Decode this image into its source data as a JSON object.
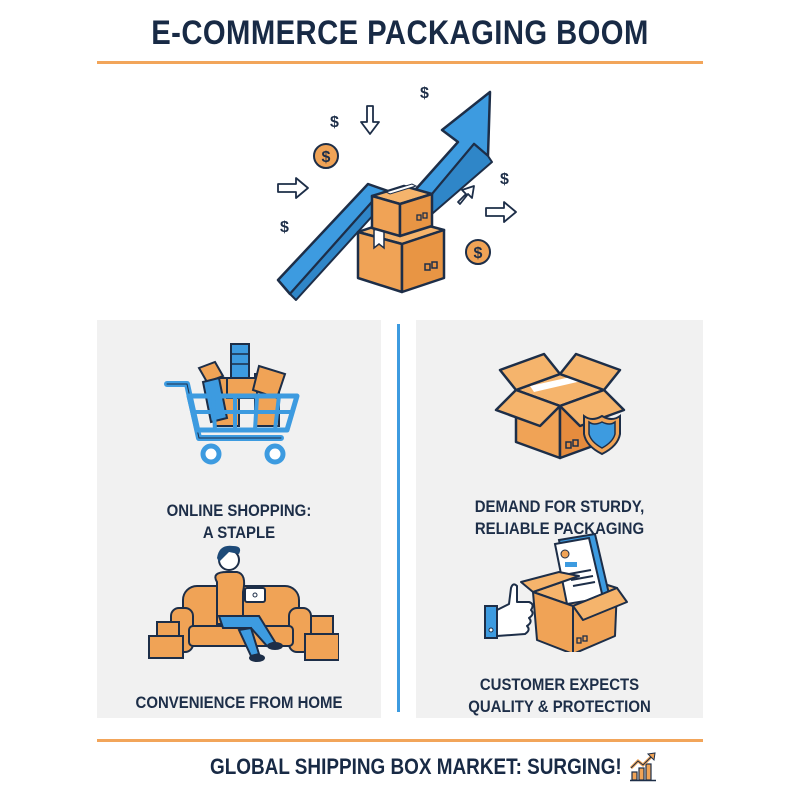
{
  "header": {
    "title": "E-COMMERCE PACKAGING BOOM"
  },
  "hero": {
    "icons": [
      "upward-trend-arrow-icon",
      "stacked-boxes-icon",
      "dollar-coin-icon",
      "dollar-sign-icon",
      "arrow-right-icon",
      "arrow-down-icon",
      "arrow-up-right-icon"
    ],
    "dollar_symbol": "$"
  },
  "panels": {
    "left": {
      "cards": [
        {
          "icon": "shopping-cart-icon",
          "caption_line1": "ONLINE SHOPPING:",
          "caption_line2": "A STAPLE"
        },
        {
          "icon": "person-on-couch-icon",
          "caption_line1": "CONVENIENCE FROM HOME",
          "caption_line2": ""
        }
      ]
    },
    "right": {
      "cards": [
        {
          "icon": "open-box-shield-icon",
          "caption_line1": "DEMAND FOR STURDY,",
          "caption_line2": "RELIABLE PACKAGING"
        },
        {
          "icon": "thumbs-up-box-document-icon",
          "caption_line1": "CUSTOMER EXPECTS",
          "caption_line2": "QUALITY & PROTECTION"
        }
      ]
    }
  },
  "footer": {
    "text": "GLOBAL SHIPPING BOX MARKET: SURGING!",
    "icon": "growth-chart-icon"
  },
  "colors": {
    "navy": "#182a45",
    "orange": "#f2a55a",
    "box_orange": "#f0a356",
    "blue": "#3d9be0",
    "panel_bg": "#f1f1f1"
  }
}
